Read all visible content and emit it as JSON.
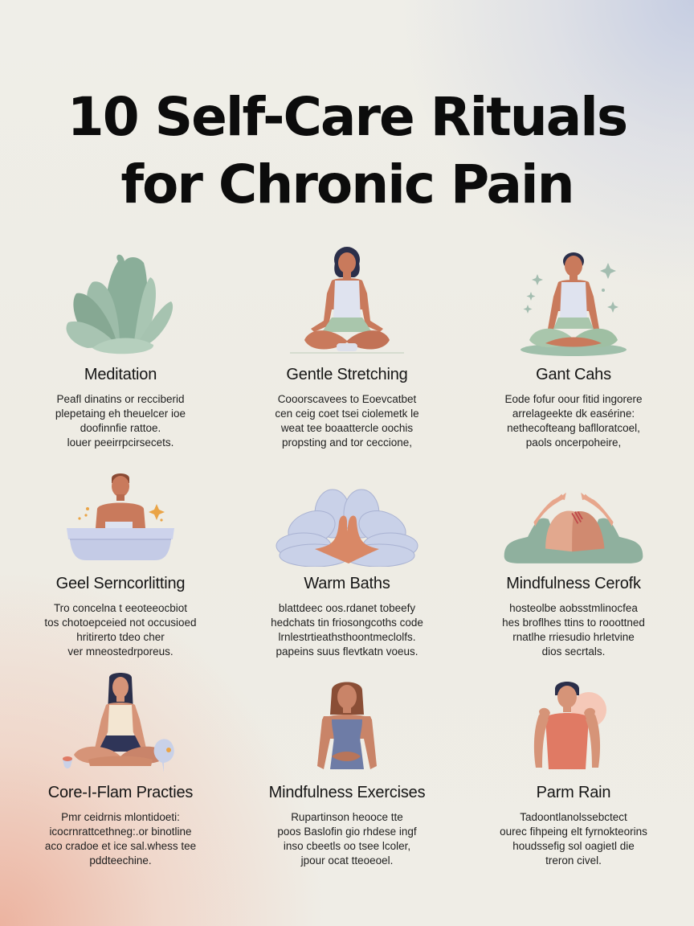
{
  "title": {
    "line1": "10 Self-Care Rituals",
    "line2": "for Chronic Pain"
  },
  "colors": {
    "background": "#efede6",
    "top_right_tint": "#c4cce2",
    "bottom_left_tint": "#ecb09c",
    "sage_green": "#8fb09e",
    "skin": "#c97a5c",
    "lavender": "#c9d1e8",
    "navy_hair": "#2b2f4a",
    "coral": "#e0786a"
  },
  "rituals": [
    {
      "title": "Meditation",
      "icon": "plant-leaves-icon",
      "description": [
        "Peafl dinatins or recciberid",
        "plepetaing eh theuelcer ioe",
        "doofinnfie rattoe.",
        "louer peeirrpcirsecets."
      ]
    },
    {
      "title": "Gentle Stretching",
      "icon": "seated-meditation-woman-icon",
      "description": [
        "Cooorscavees to Eoevcatbet",
        "cen ceig coet tsei ciolemetk le",
        "weat tee boaattercle oochis",
        "propsting and tor ceccione,"
      ]
    },
    {
      "title": "Gant Cahs",
      "icon": "seated-meditation-sparkles-icon",
      "description": [
        "Eode fofur oour fitid ingorere",
        "arrelageekte dk easérine:",
        "nethecofteang baflloratcoel,",
        "paols oncerpoheire,"
      ]
    },
    {
      "title": "Geel Serncorlitting",
      "icon": "man-in-bathtub-icon",
      "description": [
        "Tro concelna t eeoteeocbiot",
        "tos chotoepceied not occusioed",
        "hritirerto tdeo cher",
        "ver mneostedrporeus."
      ]
    },
    {
      "title": "Warm Baths",
      "icon": "hand-lotus-icon",
      "description": [
        "blattdeec oos.rdanet tobeefy",
        "hedchats tin friosongcoths code",
        "lrnlestrtieathsthoontmeclolfs.",
        "papeins suus flevtkatn voeus."
      ]
    },
    {
      "title": "Mindfulness Cerofk",
      "icon": "hands-over-knee-icon",
      "description": [
        "hosteolbe aobsstmlinocfea",
        "hes broflhes ttins to rooottned",
        "rnatlhe rriesudio hrletvine",
        "dios secrtals."
      ]
    },
    {
      "title": "Core-I-Flam Practies",
      "icon": "seated-woman-candles-icon",
      "description": [
        "Pmr ceidrnis mlontidoeti:",
        "icocrnrattcethneg:.or binotline",
        "aco cradoe et ice sal.whess tee",
        "pddteechine."
      ]
    },
    {
      "title": "Mindfulness Exercises",
      "icon": "woman-self-massage-icon",
      "description": [
        "Rupartinson heooce tte",
        "poos Baslofin gio rhdese ingf",
        "inso cbeetls oo tsee lcoler,",
        "jpour ocat tteoeoel."
      ]
    },
    {
      "title": "Parm Rain",
      "icon": "man-shoulder-pain-icon",
      "description": [
        "Tadoontlanolssebctect",
        "ourec fihpeing elt fyrnokteorins",
        "houdssefig sol oagietl die",
        "treron civel."
      ]
    }
  ]
}
